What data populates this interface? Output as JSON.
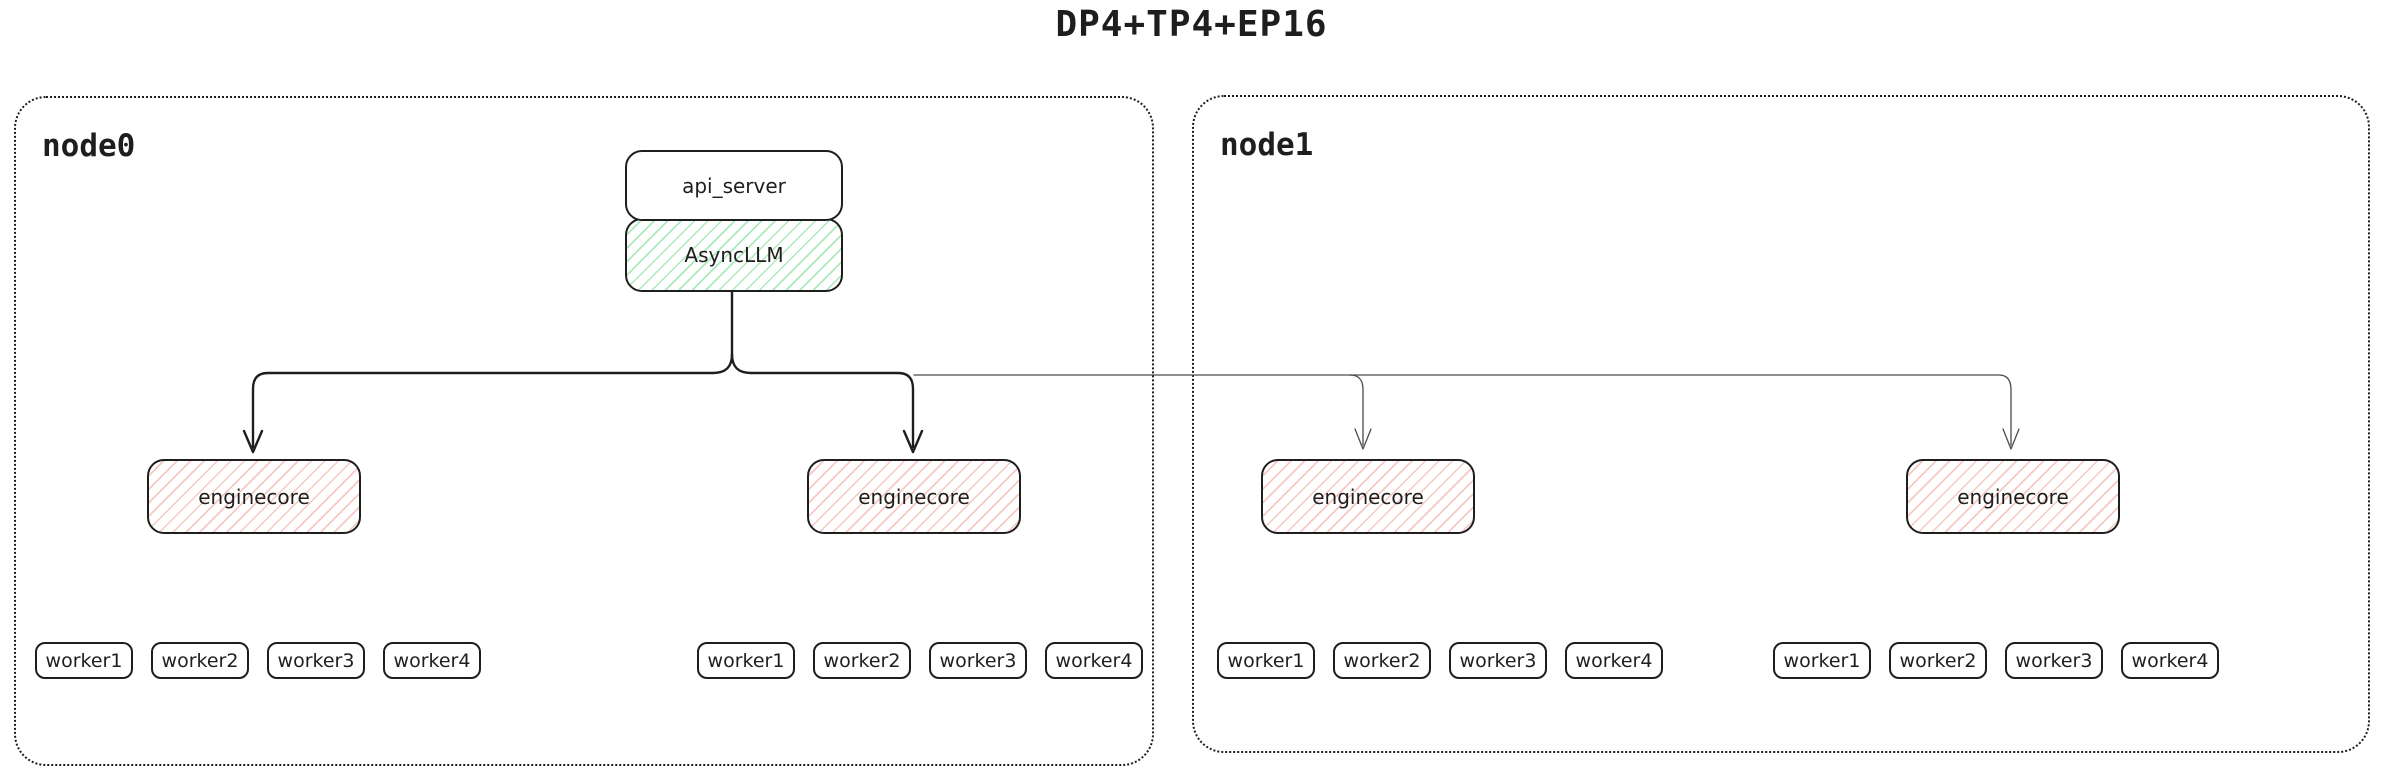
{
  "title": "DP4+TP4+EP16",
  "containers": {
    "node0": {
      "label": "node0"
    },
    "node1": {
      "label": "node1"
    }
  },
  "api_server": {
    "label": "api_server"
  },
  "async_llm": {
    "label": "AsyncLLM"
  },
  "enginecores": [
    {
      "label": "enginecore"
    },
    {
      "label": "enginecore"
    },
    {
      "label": "enginecore"
    },
    {
      "label": "enginecore"
    }
  ],
  "worker_groups": [
    {
      "workers": [
        "worker1",
        "worker2",
        "worker3",
        "worker4"
      ]
    },
    {
      "workers": [
        "worker1",
        "worker2",
        "worker3",
        "worker4"
      ]
    },
    {
      "workers": [
        "worker1",
        "worker2",
        "worker3",
        "worker4"
      ]
    },
    {
      "workers": [
        "worker1",
        "worker2",
        "worker3",
        "worker4"
      ]
    }
  ],
  "colors": {
    "border": "#1e1e1e",
    "async_llm_hatch": "#abeabb",
    "enginecore_hatch": "#f6c8c3",
    "secondary_line": "#4a4a4a"
  }
}
